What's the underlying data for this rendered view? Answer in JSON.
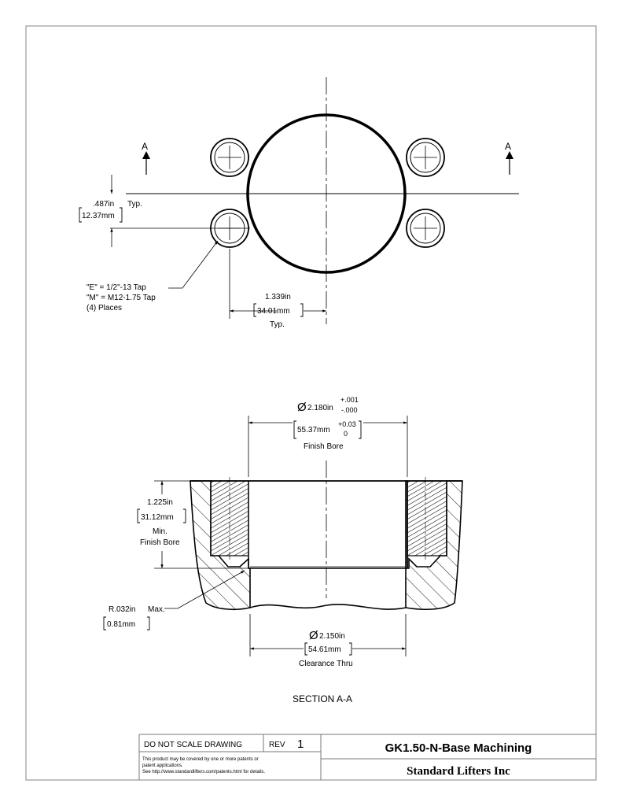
{
  "plan_view": {
    "section_marker_left": "A",
    "section_marker_right": "A",
    "offset_dim_in": ".487in",
    "offset_dim_typ": "Typ.",
    "offset_dim_mm": "12.37mm",
    "tap_note_line1": "\"E\" = 1/2\"-13 Tap",
    "tap_note_line2": "\"M\" = M12-1.75 Tap",
    "tap_note_line3": "(4) Places",
    "spacing_dim_in": "1.339in",
    "spacing_dim_mm": "34.01mm",
    "spacing_dim_typ": "Typ."
  },
  "section_view": {
    "bore_dia_symbol": "Ø",
    "bore_dia_in": "2.180in",
    "bore_tol_plus_in": "+.001",
    "bore_tol_minus_in": "-.000",
    "bore_dia_mm": "55.37mm",
    "bore_tol_plus_mm": "+0.03",
    "bore_tol_minus_mm": "0",
    "bore_note": "Finish Bore",
    "depth_dim_in": "1.225in",
    "depth_dim_mm": "31.12mm",
    "depth_note_line1": "Min.",
    "depth_note_line2": "Finish Bore",
    "radius_dim_in": "R.032in",
    "radius_note": "Max.",
    "radius_dim_mm": "0.81mm",
    "clear_dia_symbol": "Ø",
    "clear_dia_in": "2.150in",
    "clear_dia_mm": "54.61mm",
    "clear_note": "Clearance Thru",
    "section_label": "SECTION A-A"
  },
  "title_block": {
    "do_not_scale": "DO NOT SCALE DRAWING",
    "rev_label": "REV",
    "rev_value": "1",
    "patent_line1": "This product may be covered by one or more patents or",
    "patent_line2": "patent applications.",
    "patent_line3": "See http://www.standardlifters.com/patents.html for details.",
    "part_title": "GK1.50-N-Base Machining",
    "company": "Standard Lifters Inc"
  }
}
